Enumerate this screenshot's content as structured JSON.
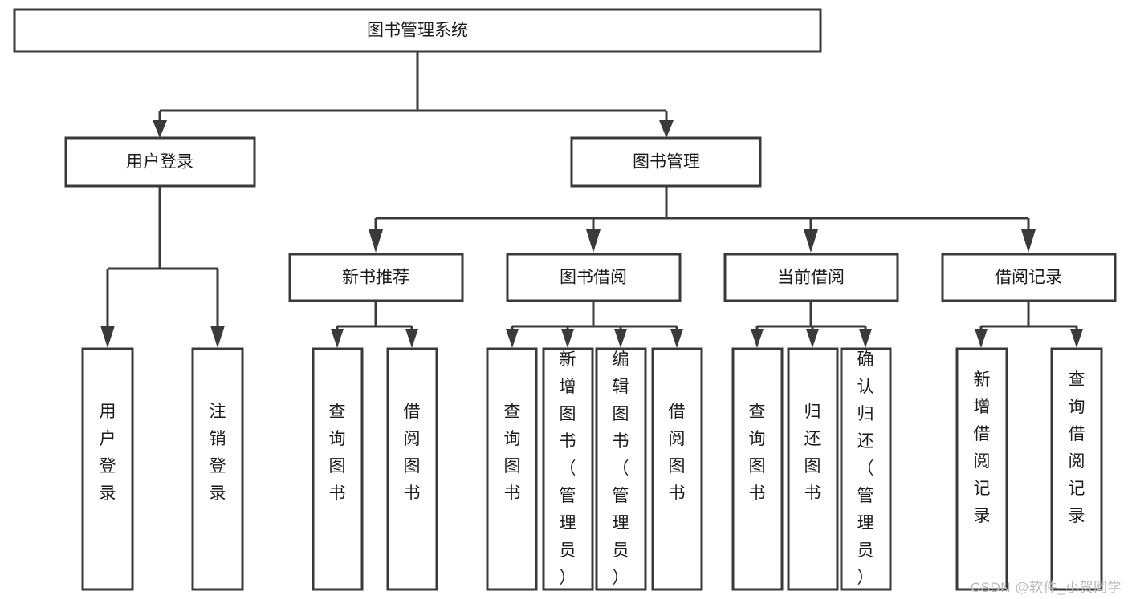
{
  "diagram": {
    "title": "图书管理系统",
    "type": "tree",
    "orientation": "top-down",
    "colors": {
      "background": "#ffffff",
      "box_fill": "#ffffff",
      "box_stroke": "#3a3a3a",
      "text": "#1b1b1b",
      "watermark": "#b9b9b9"
    },
    "root": {
      "label": "图书管理系统"
    },
    "level2": [
      {
        "label": "用户登录"
      },
      {
        "label": "图书管理"
      }
    ],
    "level3": [
      {
        "label": "新书推荐"
      },
      {
        "label": "图书借阅"
      },
      {
        "label": "当前借阅"
      },
      {
        "label": "借阅记录"
      }
    ],
    "leaves": {
      "user_login": [
        {
          "label": "用户登录"
        },
        {
          "label": "注销登录"
        }
      ],
      "new_book_recommend": [
        {
          "label": "查询图书"
        },
        {
          "label": "借阅图书"
        }
      ],
      "book_borrow": [
        {
          "label": "查询图书"
        },
        {
          "label": "新增图书（管理员）"
        },
        {
          "label": "编辑图书（管理员）"
        },
        {
          "label": "借阅图书"
        }
      ],
      "current_borrow": [
        {
          "label": "查询图书"
        },
        {
          "label": "归还图书"
        },
        {
          "label": "确认归还（管理员）"
        }
      ],
      "borrow_record": [
        {
          "label": "新增借阅记录"
        },
        {
          "label": "查询借阅记录"
        }
      ]
    }
  },
  "watermark": {
    "text": "CSDN @软件_小贺同学"
  }
}
